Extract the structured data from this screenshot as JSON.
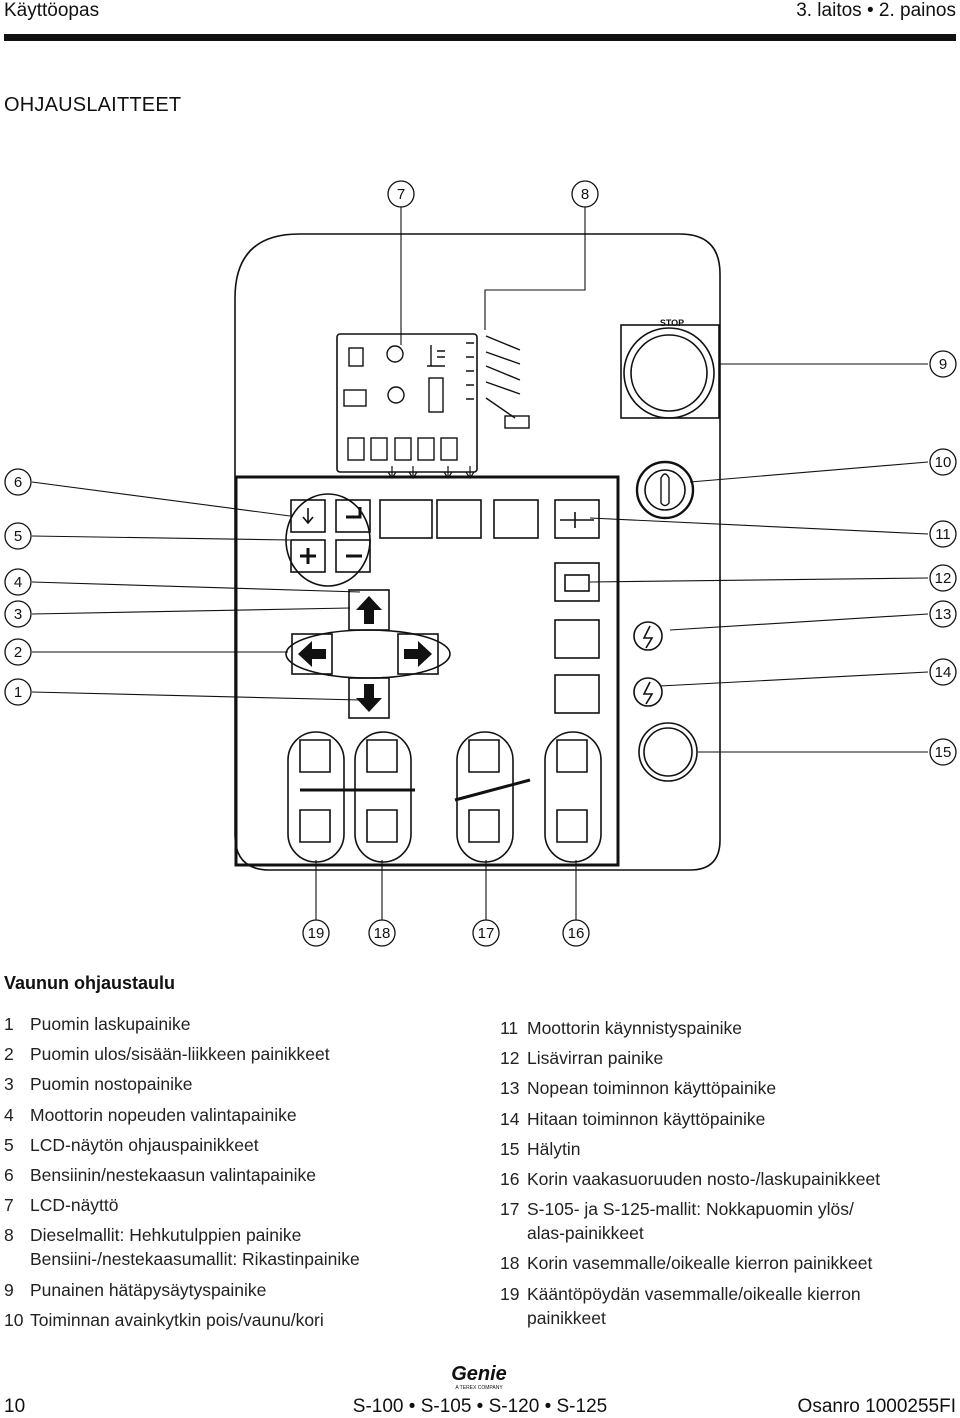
{
  "header": {
    "left": "Käyttöopas",
    "right": "3. laitos • 2. painos"
  },
  "section_title": "OHJAUSLAITTEET",
  "panel": {
    "stop_label": "STOP",
    "callouts": [
      "1",
      "2",
      "3",
      "4",
      "5",
      "6",
      "7",
      "8",
      "9",
      "10",
      "11",
      "12",
      "13",
      "14",
      "15",
      "16",
      "17",
      "18",
      "19"
    ],
    "caption": "Vaunun ohjaustaulu"
  },
  "legend_left": [
    {
      "num": "1",
      "text": "Puomin laskupainike"
    },
    {
      "num": "2",
      "text": "Puomin ulos/sisään-liikkeen painikkeet"
    },
    {
      "num": "3",
      "text": "Puomin nostopainike"
    },
    {
      "num": "4",
      "text": "Moottorin nopeuden valintapainike"
    },
    {
      "num": "5",
      "text": "LCD-näytön ohjauspainikkeet"
    },
    {
      "num": "6",
      "text": "Bensiinin/nestekaasun valintapainike"
    },
    {
      "num": "7",
      "text": "LCD-näyttö"
    },
    {
      "num": "8",
      "text": "Dieselmallit: Hehkutulppien painike",
      "text2": "Bensiini-/nestekaasumallit: Rikastinpainike"
    },
    {
      "num": "9",
      "text": "Punainen hätäpysäytyspainike"
    },
    {
      "num": "10",
      "text": "Toiminnan avainkytkin pois/vaunu/kori"
    }
  ],
  "legend_right": [
    {
      "num": "11",
      "text": "Moottorin käynnistyspainike"
    },
    {
      "num": "12",
      "text": "Lisävirran painike"
    },
    {
      "num": "13",
      "text": "Nopean toiminnon käyttöpainike"
    },
    {
      "num": "14",
      "text": "Hitaan toiminnon käyttöpainike"
    },
    {
      "num": "15",
      "text": "Hälytin"
    },
    {
      "num": "16",
      "text": "Korin vaakasuoruuden nosto-/laskupainikkeet"
    },
    {
      "num": "17",
      "text": "S-105- ja S-125-mallit: Nokkapuomin ylös/",
      "text2": "alas-painikkeet"
    },
    {
      "num": "18",
      "text": "Korin vasemmalle/oikealle kierron painikkeet"
    },
    {
      "num": "19",
      "text": "Kääntöpöydän vasemmalle/oikealle kierron",
      "text2": "painikkeet"
    }
  ],
  "footer": {
    "page": "10",
    "models": "S-100 • S-105 • S-120 • S-125",
    "part": "Osanro 1000255FI",
    "logo_word": "Genie",
    "logo_sub": "A TEREX COMPANY"
  }
}
